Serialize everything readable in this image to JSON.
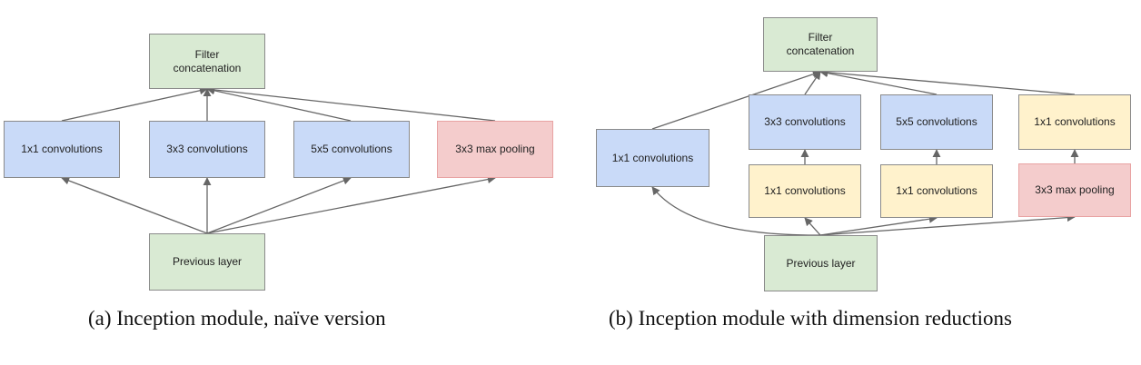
{
  "diagram_a": {
    "filter_concat": "Filter\nconcatenation",
    "conv1x1": "1x1 convolutions",
    "conv3x3": "3x3 convolutions",
    "conv5x5": "5x5 convolutions",
    "maxpool": "3x3 max pooling",
    "previous": "Previous layer",
    "caption": "(a)  Inception module, naïve version"
  },
  "diagram_b": {
    "filter_concat": "Filter\nconcatenation",
    "conv1x1_direct": "1x1 convolutions",
    "conv3x3": "3x3 convolutions",
    "conv5x5": "5x5 convolutions",
    "conv1x1_pool_proj": "1x1 convolutions",
    "reduce_3x3": "1x1 convolutions",
    "reduce_5x5": "1x1 convolutions",
    "maxpool": "3x3 max pooling",
    "previous": "Previous layer",
    "caption": "(b)  Inception module with dimension reductions"
  },
  "colors": {
    "green": "#d9ead3",
    "blue": "#c9daf8",
    "yellow": "#fff2cc",
    "red": "#f4cccc",
    "arrow": "#666666"
  }
}
